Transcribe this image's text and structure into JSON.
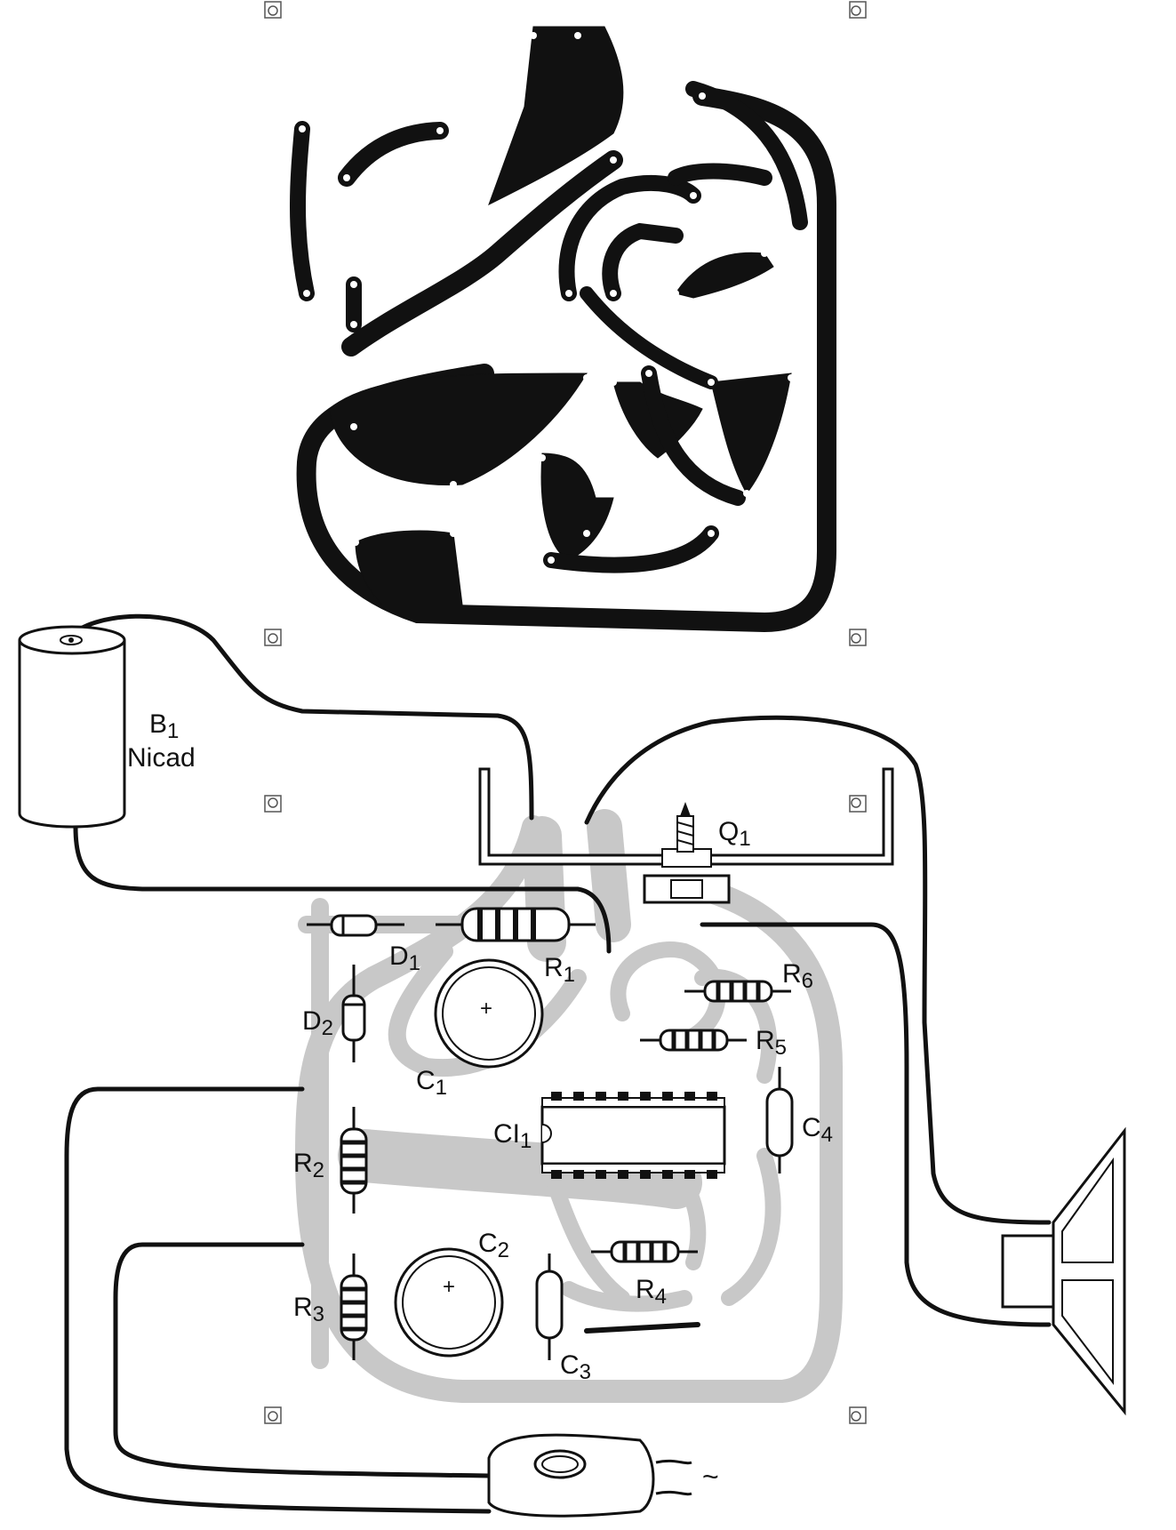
{
  "diagram": {
    "battery": {
      "name": "B",
      "sub": "1",
      "type": "Nicad"
    },
    "transistor": {
      "name": "Q",
      "sub": "1"
    },
    "diodes": [
      {
        "name": "D",
        "sub": "1"
      },
      {
        "name": "D",
        "sub": "2"
      }
    ],
    "resistors": [
      {
        "name": "R",
        "sub": "1"
      },
      {
        "name": "R",
        "sub": "2"
      },
      {
        "name": "R",
        "sub": "3"
      },
      {
        "name": "R",
        "sub": "4"
      },
      {
        "name": "R",
        "sub": "5"
      },
      {
        "name": "R",
        "sub": "6"
      }
    ],
    "capacitors": [
      {
        "name": "C",
        "sub": "1"
      },
      {
        "name": "C",
        "sub": "2"
      },
      {
        "name": "C",
        "sub": "3"
      },
      {
        "name": "C",
        "sub": "4"
      }
    ],
    "ic": {
      "name": "CI",
      "sub": "1"
    },
    "mains_symbol": "~",
    "polarity_mark": "+"
  }
}
